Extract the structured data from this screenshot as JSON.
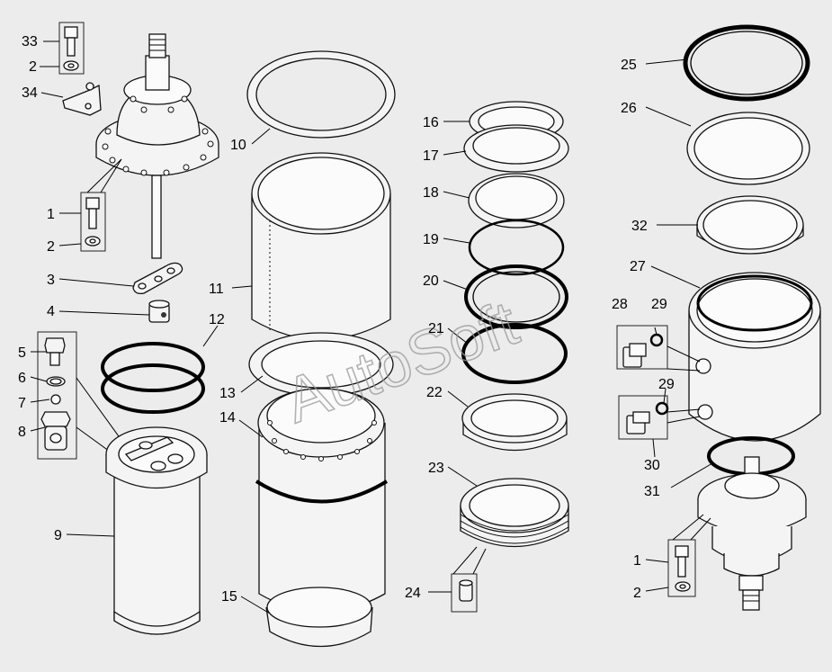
{
  "watermark": "AutoSoft",
  "callouts": [
    "33",
    "2",
    "34",
    "1",
    "2",
    "3",
    "4",
    "5",
    "6",
    "7",
    "8",
    "9",
    "10",
    "11",
    "12",
    "13",
    "14",
    "15",
    "16",
    "17",
    "18",
    "19",
    "20",
    "21",
    "22",
    "23",
    "24",
    "25",
    "26",
    "32",
    "27",
    "28",
    "29",
    "29",
    "30",
    "31",
    "1",
    "2"
  ]
}
